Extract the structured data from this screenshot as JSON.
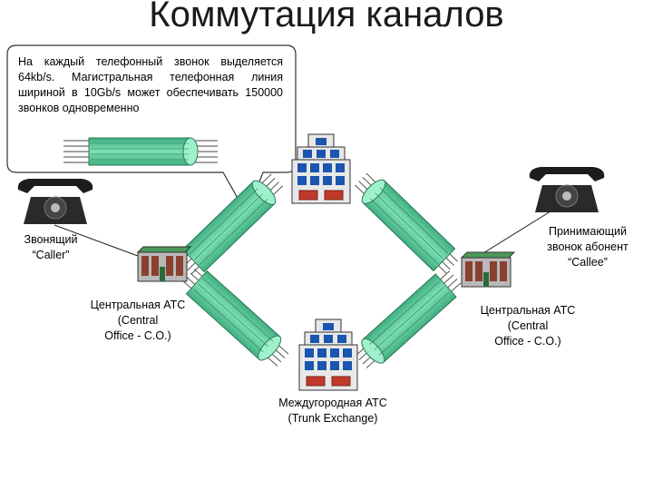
{
  "title": "Коммутация каналов",
  "callout": {
    "text": "На каждый телефонный звонок выделяется 64kb/s. Магистральная телефонная линия шириной в 10Gb/s может обеспечивать 150000 звонков одновременно"
  },
  "labels": {
    "caller_line1": "Звонящий",
    "caller_line2": "“Caller”",
    "callee_line1": "Принимающий",
    "callee_line2": "звонок абонент",
    "callee_line3": "“Callee”",
    "co_left_line1": "Центральная АТС",
    "co_left_line2": "(Central",
    "co_left_line3": "Office - C.O.)",
    "co_right_line1": "Центральная АТС",
    "co_right_line2": "(Central",
    "co_right_line3": "Office - C.O.)",
    "trunk_line1": "Междугородная АТС",
    "trunk_line2": "(Trunk Exchange)"
  },
  "colors": {
    "cable_fill": "#5fd0a0",
    "cable_stroke": "#2a7a55",
    "building_blue": "#1a55b0",
    "building_red": "#c0392b",
    "small_building": "#8a4030"
  }
}
